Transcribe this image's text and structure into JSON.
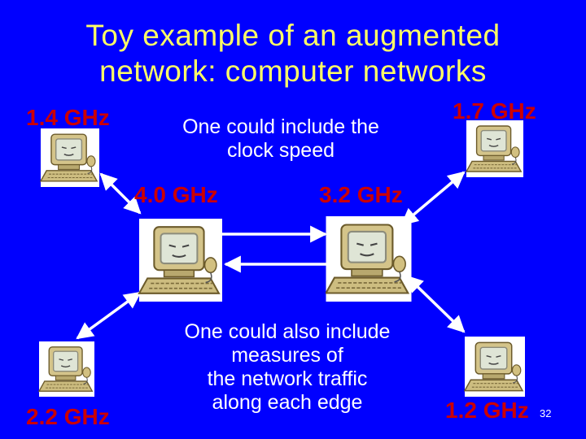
{
  "slide": {
    "title_line1": "Toy example of an augmented",
    "title_line2": "network: computer networks",
    "note_top_line1": "One could include the",
    "note_top_line2": "clock speed",
    "note_bottom_line1": "One could also include",
    "note_bottom_line2": "measures of",
    "note_bottom_line3": "the network traffic",
    "note_bottom_line4": "along each edge",
    "page_number": "32"
  },
  "nodes": [
    {
      "id": "top-left",
      "speed": "1.4 GHz",
      "icon": "computer-icon"
    },
    {
      "id": "top-right",
      "speed": "1.7 GHz",
      "icon": "computer-icon"
    },
    {
      "id": "center-left",
      "speed": "4.0 GHz",
      "icon": "computer-icon"
    },
    {
      "id": "center-right",
      "speed": "3.2 GHz",
      "icon": "computer-icon"
    },
    {
      "id": "bottom-left",
      "speed": "2.2 GHz",
      "icon": "computer-icon"
    },
    {
      "id": "bottom-right",
      "speed": "1.2 GHz",
      "icon": "computer-icon"
    }
  ],
  "colors": {
    "background": "#0000ff",
    "title": "#ffff66",
    "speed_label": "#cc0000",
    "edge": "#ffffff"
  }
}
